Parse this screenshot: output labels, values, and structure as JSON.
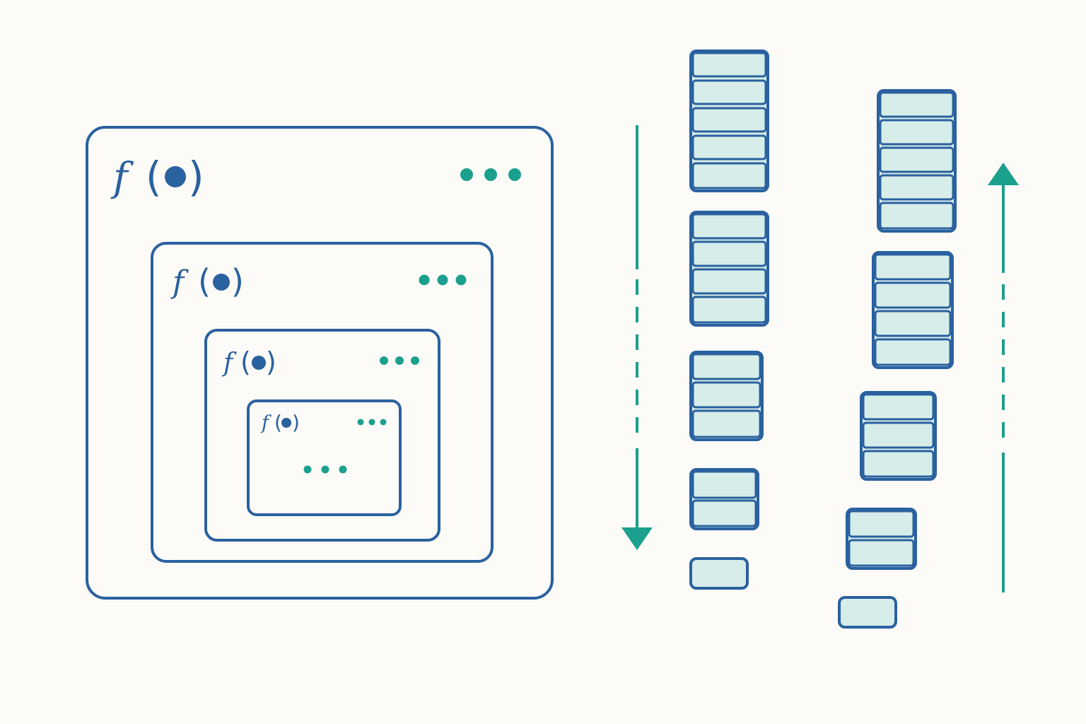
{
  "function_label": {
    "letter": "f",
    "open_paren": "(",
    "close_paren": ")"
  },
  "nested_frames": [
    {
      "level": 1,
      "label": "f(●)",
      "menu": "•••"
    },
    {
      "level": 2,
      "label": "f(●)",
      "menu": "•••"
    },
    {
      "level": 3,
      "label": "f(●)",
      "menu": "•••"
    },
    {
      "level": 4,
      "label": "f(●)",
      "menu": "•••",
      "body": "•••"
    }
  ],
  "descending_stacks": {
    "direction": "down",
    "stacks": [
      {
        "cells": 5
      },
      {
        "cells": 4
      },
      {
        "cells": 3
      },
      {
        "cells": 2
      },
      {
        "cells": 1
      }
    ]
  },
  "ascending_stacks": {
    "direction": "up",
    "stacks": [
      {
        "cells": 5
      },
      {
        "cells": 4
      },
      {
        "cells": 3
      },
      {
        "cells": 2
      },
      {
        "cells": 1
      }
    ]
  },
  "colors": {
    "frame_stroke": "#2a619f",
    "accent": "#1ba08d",
    "cell_fill": "#d7ede9",
    "background": "#fcfbf8"
  },
  "icons": {
    "menu": "ellipsis-icon",
    "argument": "filled-circle-icon",
    "down": "arrow-down-icon",
    "up": "arrow-up-icon"
  }
}
